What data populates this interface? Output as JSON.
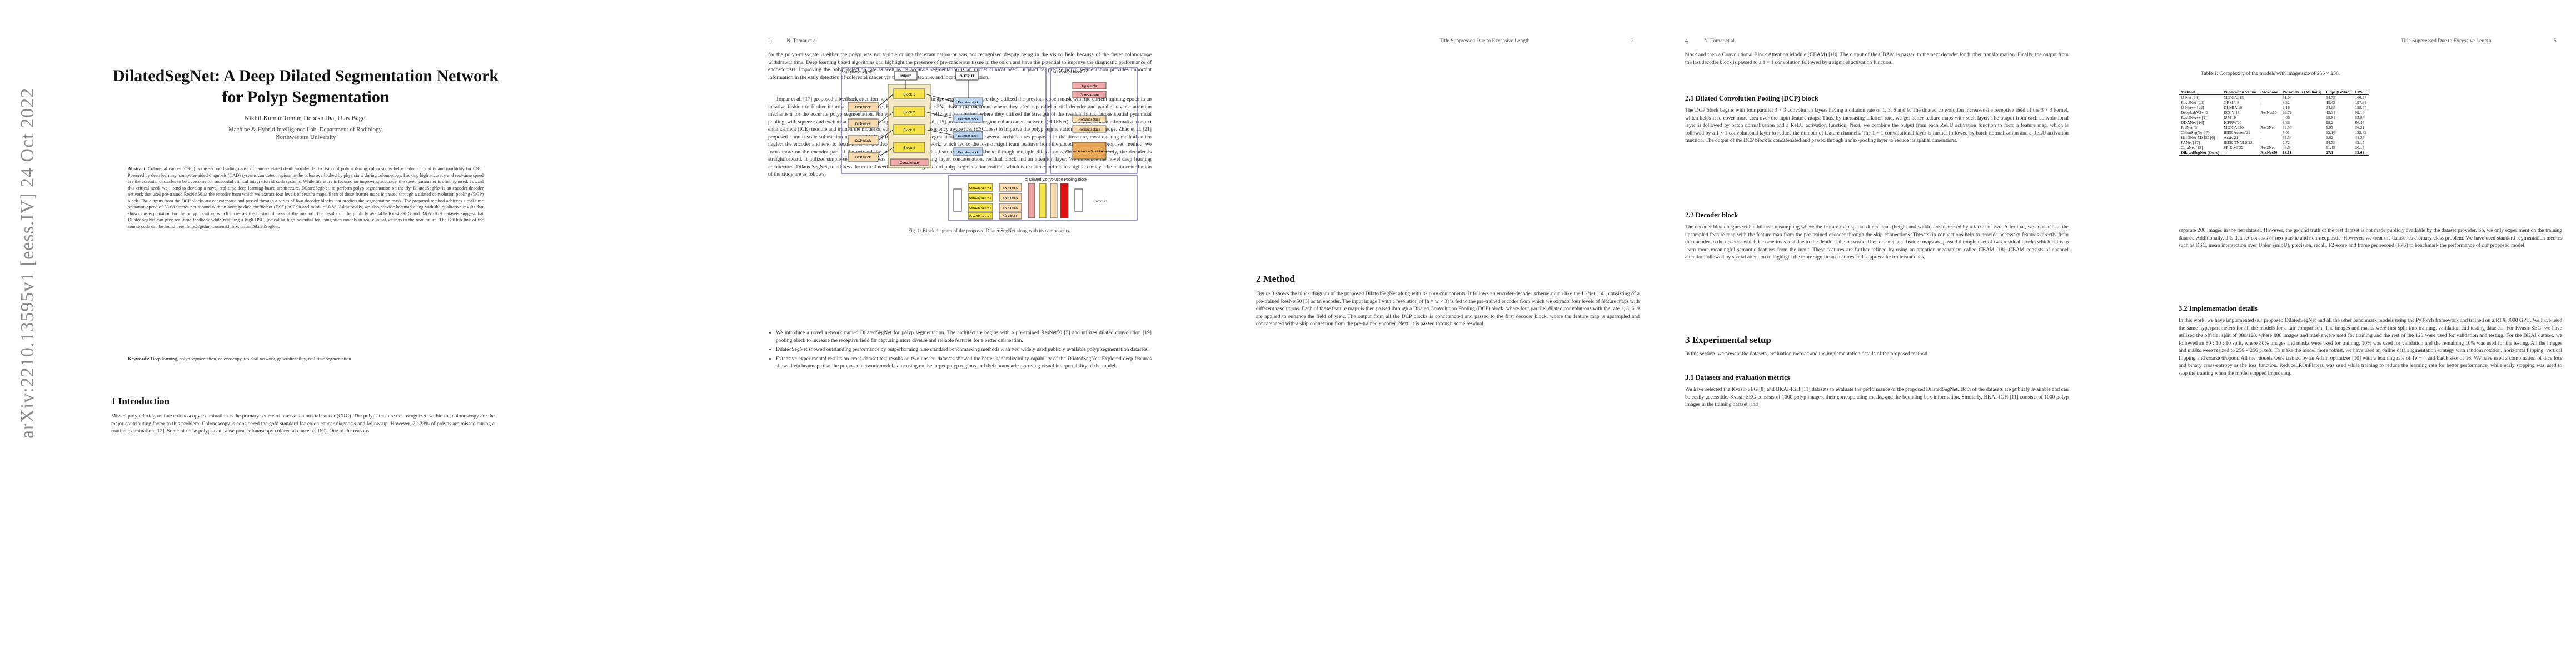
{
  "page1": {
    "arxiv_stamp": "arXiv:2210.13595v1  [eess.IV]  24 Oct 2022",
    "title": "DilatedSegNet: A Deep Dilated Segmentation Network for Polyp Segmentation",
    "authors": "Nikhil Kumar Tomar, Debesh Jha, Ulas Bagci",
    "affiliation_line1": "Machine & Hybrid Intelligence Lab, Department of Radiology,",
    "affiliation_line2": "Northwestern University",
    "abstract_label": "Abstract.",
    "abstract_text": "Colorectal cancer (CRC) is the second leading cause of cancer-related death worldwide. Excision of polyps during colonoscopy helps reduce mortality and morbidity for CRC. Powered by deep learning, computer-aided diagnosis (CAD) systems can detect regions in the colon overlooked by physicians during colonoscopy. Lacking high accuracy and real-time speed are the essential obstacles to be overcome for successful clinical integration of such systems. While literature is focused on improving accuracy, the speed parameter is often ignored. Toward this critical need, we intend to develop a novel real-time deep learning-based architecture, DilatedSegNet, to perform polyp segmentation on the fly. DilatedSegNet is an encoder-decoder network that uses pre-trained ResNet50 as the encoder from which we extract four levels of feature maps. Each of these feature maps is passed through a dilated convolution pooling (DCP) block. The outputs from the DCP blocks are concatenated and passed through a series of four decoder blocks that predicts the segmentation mask. The proposed method achieves a real-time operation speed of 33.68 frames per second with an average dice coefficient (DSC) of 0.90 and mIoU of 0.83. Additionally, we also provide heatmap along with the qualitative results that shows the explanation for the polyp location, which increases the trustworthiness of the method. The results on the publicly available Kvasir-SEG and BKAI-IGH datasets suggest that DilatedSegNet can give real-time feedback while retaining a high DSC, indicating high potential for using such models in real clinical settings in the near future. The GitHub link of the source code can be found here: https://github.com/nikhilroxtomar/DilatedSegNet.",
    "keywords_label": "Keywords:",
    "keywords_text": "Deep learning, polyp segmentation, colonoscopy, residual network, generalizability, real-time segmentation",
    "intro_heading": "1   Introduction",
    "intro_text": "Missed polyp during routine colonoscopy examination is the primary source of interval colorectal cancer (CRC). The polyps that are not recognized within the colonoscopy are the major contributing factor to this problem. Colonoscopy is considered the gold standard for colon cancer diagnosis and follow-up. However, 22-28% of polyps are missed during a routine examination [12]. Some of these polyps can cause post-colonoscopy colorectal cancer (CRC). One of the reasons"
  },
  "page2": {
    "page_number": "2",
    "running_head": "N. Tomar et al.",
    "para1": "for the polyp-miss-rate is either the polyp was not visible during the examination or was not recognized despite being in the visual field because of the faster colonoscope withdrawal time. Deep learning based algorithms can highlight the presence of pre-cancerous tissue in the colon and have the potential to improve the diagnostic performance of endoscopists. Improving the polyp detection rate as well as its accurate segmentation is an unmet clinical need. In practice, precise polyp segmentation provides important information in the early detection of colorectal cancer via their shape, texture, and location information.",
    "para2": "Tomar et al. [17] proposed a feedback attention network for biomedical image segmentation where they utilized the previous epoch mask with the current training epoch in an iterative fashion to further improve the performance. Fan et al. [3] used Res2Net-based [4] backbone where they used a parallel partial decoder and parallel reverse attention mechanism for the accurate polyp segmentation. Jha et al. [9] proposed an efficient architecture where they utilized the strength of the residual block, atrous spatial pyramidal pooling, with squeeze and excitation block for polyp segmentation. Shen et al. [15] proposed a hard region enhancement network (HRENet) that consists of an informative context enhancement (ICE) module and trained the model on edge and structure consistency aware loss (ESCLoss) to improve the polyp segmentation on the precise edge. Zhao et al. [21] proposed a multi-scale subtraction network (MSNet) for automatic polyp segmentation. Despite of several architectures proposed in the literature, most existing methods often neglect the encoder and tend to focus more on the decoder part of the network, which led to the loss of significant features from the encoder part. In our proposed method, we focus more on the encoder part of the network by utilizing different scales features from a backbone through multiple dilated convolution layers. Similarly, the decoder is straightforward. It utilizes simple sequences of layers such as an upsampling layer, concatenation, residual block and an attention layer. We introduce the novel deep learning architecture, DilatedSegNet, to address the critical need for clinical integration of polyp segmentation routine, which is real-time and retains high accuracy. The main contribution of the study are as follows:",
    "contrib1": "We introduce a novel network named DilatedSegNet for polyp segmentation. The architecture begins with a pre-trained ResNet50 [5] and utilizes dilated convolution [19] pooling block to increase the receptive field for capturing more diverse and reliable features for a better delineation.",
    "contrib2": "DilatedSegNet showed outstanding performance by outperforming nine standard benchmarking methods with two widely used publicly available polyp segmentation datasets.",
    "contrib3": "Extensive experimental results on cross-dataset test results on two unseen datasets showed the better generalizability capability of the DilatedSegNet. Explored deep features showed via heatmaps that the proposed network model is focusing on the target polyp regions and their boundaries, proving visual interpretability of the model."
  },
  "page3": {
    "page_number": "3",
    "running_head": "Title Suppressed Due to Excessive Length",
    "figure_caption": "Fig. 1: Block diagram of the proposed DilatedSegNet along with its components.",
    "method_heading": "2   Method",
    "method_text": "Figure 3 shows the block diagram of the proposed DilatedSegNet along with its core components. It follows an encoder-decoder scheme much like the U-Net [14], consisting of a pre-trained ResNet50 [5] as an encoder. The input image I with a resolution of [h × w × 3] is fed to the pre-trained encoder from which we extracts four levels of feature maps with different resolutions. Each of these feature maps is then passed through a Dilated Convolution Pooling (DCP) block, where four parallel dilated convolutions with the rate 1, 3, 6, 9 are applied to enhance the field of view. The output from all the DCP blocks is concatenated and passed to the first decoder block, where the feature map is upsampled and concatenated with a skip connection from the pre-trained encoder. Next, it is passed through some residual",
    "fig": {
      "panel_a_title": "a) DilatedSegNet",
      "panel_b_title": "b) Decoder block",
      "panel_c_title": "c) Dilated Convolution Pooling block",
      "input": "INPUT",
      "output": "OUTPUT",
      "dcp_block": "DCP block",
      "block1": "Block 1",
      "block2": "Block 2",
      "block3": "Block 3",
      "block4": "Block 4",
      "decoder_block": "Decoder block",
      "resnet50": "ResNet50",
      "concatenate": "Concatenate",
      "upsample": "Upsample",
      "residual_block": "Residual block",
      "cbam": "Channel Attention Spatial Attention",
      "bn_relu": "BN + ReLU",
      "conv_rate1": "Conv2D rate = 1",
      "conv_rate3": "Conv2D rate = 3",
      "conv_rate6": "Conv2D rate = 6",
      "conv_rate9": "Conv2D rate = 9",
      "conv1x1": "Conv 1x1"
    }
  },
  "page4": {
    "page_number": "4",
    "running_head": "N. Tomar et al.",
    "intro_text": "block and then a Convolutional Block Attention Module (CBAM) [18]. The output of the CBAM is passed to the next decoder for further transformation. Finally, the output from the last decoder block is passed to a 1 × 1 convolution followed by a sigmoid activation function.",
    "dcp_heading": "2.1   Dilated Convolution Pooling (DCP) block",
    "dcp_text": "The DCP block begins with four parallel 3 × 3 convolution layers having a dilation rate of 1, 3, 6 and 9. The dilated convolution increases the receptive field of the 3 × 3 kernel, which helps it to cover more area over the input feature maps. Thus, by increasing dilation rate, we get better feature maps with such layer. The output from each convolutional layer is followed by batch normalization and a ReLU activation function. Next, we combine the output from each ReLU activation function to form a feature map, which is followed by a 1 × 1 convolutional layer to reduce the number of feature channels. The 1 × 1 convolutional layer is further followed by batch normalization and a ReLU activation function. The output of the DCP block is concatenated and passed through a max-pooling layer to reduce its spatial dimensions.",
    "dec_heading": "2.2   Decoder block",
    "dec_text": "The decoder block begins with a bilinear upsampling where the feature map spatial dimensions (height and width) are increased by a factor of two. After that, we concatenate the upsampled feature map with the feature map from the pre-trained encoder through the skip connections. These skip connections help to provide necessary features directly from the encoder to the decoder which is sometimes lost due to the depth of the network. The concatenated feature maps are passed through a set of two residual blocks which helps to learn more meaningful semantic features from the input. These features are further refined by using an attention mechanism called CBAM [18]. CBAM consists of channel attention followed by spatial attention to highlight the more significant features and suppress the irrelevant ones.",
    "exp_heading": "3   Experimental setup",
    "exp_text": "In this section, we present the datasets, evaluation metrics and the implementation details of the proposed method.",
    "data_heading": "3.1   Datasets and evaluation metrics",
    "data_text": "We have selected the Kvasir-SEG [8] and BKAI-IGH [11] datasets to evaluate the performance of the proposed DilatedSegNet. Both of the datasets are publicly available and can be easily accessible. Kvasir-SEG consists of 1000 polyp images, their corresponding masks, and the bounding box information. Similarly, BKAI-IGH [11] consists of 1000 polyp images in the training dataset, and"
  },
  "page5": {
    "page_number": "5",
    "running_head": "Title Suppressed Due to Excessive Length",
    "table_caption": "Table 1: Complexity of the models with image size of 256 × 256.",
    "table_headers": [
      "Method",
      "Publication Venue",
      "Backbone",
      "Parameters (Millions)",
      "Flops (GMac)",
      "FPS"
    ],
    "table_rows": [
      [
        "U-Net [14]",
        "MICCAI'15",
        "-",
        "31.04",
        "54.75",
        "166.27"
      ],
      [
        "ResUNet [20]",
        "GRSL'18",
        "-",
        "8.22",
        "45.42",
        "197.84"
      ],
      [
        "U-Net++ [22]",
        "DLMIA'18",
        "-",
        "9.16",
        "34.65",
        "125.45"
      ],
      [
        "DeepLabV3+ [2]",
        "ECCV'18",
        "ResNet50",
        "39.76",
        "43.31",
        "99.16"
      ],
      [
        "ResUNet++ [9]",
        "ISM'19",
        "-",
        "4.06",
        "15.81",
        "55.86"
      ],
      [
        "DDANet [16]",
        "ICPRW'20",
        "-",
        "3.36",
        "18.2",
        "86.46"
      ],
      [
        "PraNet [3]",
        "MICCAI'20",
        "Res2Net",
        "32.55",
        "6.93",
        "36.21"
      ],
      [
        "ColonSegNet [7]",
        "IEEE Access'21",
        "-",
        "5.01",
        "62.16",
        "122.42"
      ],
      [
        "HarDNet-MSEG [6]",
        "Arxiv'21",
        "-",
        "33.34",
        "6.02",
        "41.26"
      ],
      [
        "FANet [17]",
        "IEEE-TNNLS'22",
        "-",
        "7.72",
        "94.75",
        "43.15"
      ],
      [
        "CaraNet [13]",
        "SPIE MI'22",
        "Res2Net",
        "46.64",
        "11.48",
        "20.13"
      ],
      [
        "DilatedSegNet (Ours)",
        "-",
        "ResNet50",
        "18.11",
        "27.1",
        "33.68"
      ]
    ],
    "para1": "separate 200 images in the test dataset. However, the ground truth of the test dataset is not made publicly available by the dataset provider. So, we only experiment on the training dataset. Additionally, this dataset consists of neo-plastic and non-neoplastic. However, we treat the dataset as a binary class problem. We have used standard segmentation metrics such as DSC, mean intersection over Union (mIoU), precision, recall, F2-score and frame per second (FPS) to benchmark the performance of our proposed model.",
    "impl_heading": "3.2   Implementation details",
    "impl_text": "In this work, we have implemented our proposed DilatedSegNet and all the other benchmark models using the PyTorch framework and trained on a RTX 3090 GPU. We have used the same hyperparameters for all the models for a fair comparison. The images and masks were first split into training, validation and testing datasets. For Kvasir-SEG, we have utilized the official split of 880/120, where 880 images and masks were used for training and the rest of the 120 were used for validation and testing. For the BKAI dataset, we followed an 80 : 10 : 10 split, where 80% images and masks were used for training, 10% was used for validation and the remaining 10% was used for the testing. All the images and masks were resized to 256 × 256 pixels. To make the model more robust, we have used an online data augmentation strategy with random rotation, horizontal flipping, vertical flipping and coarse dropout. All the models were trained by an Adam optimizer [10] with a learning rate of 1e − 4 and batch size of 16. We have used a combination of dice loss and binary cross-entropy as the loss function. ReduceLROnPlateau was used while training to reduce the learning rate for better performance, while early stopping was used to stop the training when the model stopped improving."
  }
}
